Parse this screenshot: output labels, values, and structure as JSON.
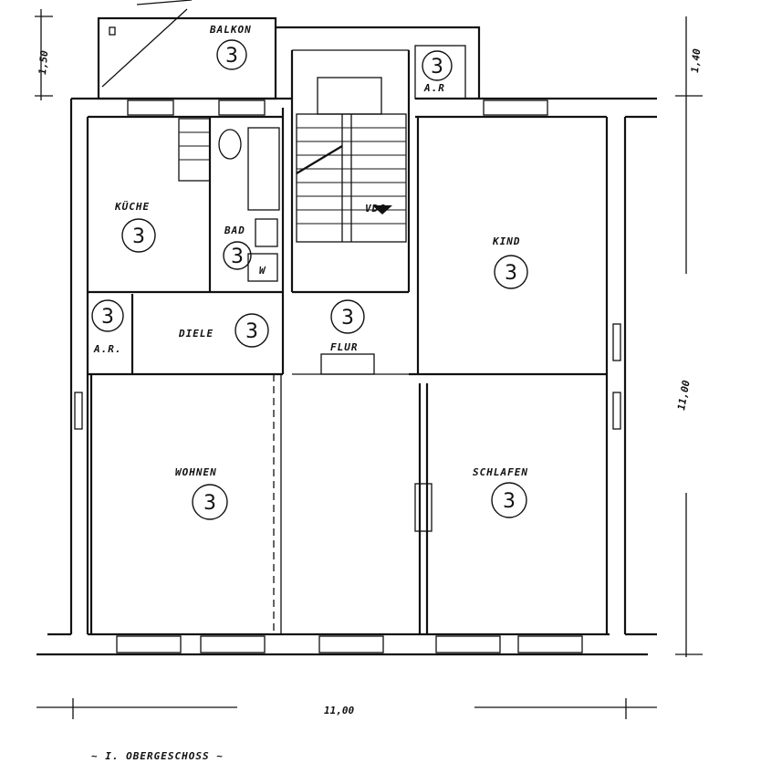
{
  "rooms": {
    "balkon": {
      "name": "BALKON",
      "number": "3"
    },
    "kueche": {
      "name": "KÜCHE",
      "number": "3"
    },
    "bad": {
      "name": "BAD",
      "number": "3"
    },
    "ar_top": {
      "name": "A.R",
      "number": "3"
    },
    "ar_left": {
      "name": "A.R.",
      "number": "3"
    },
    "diele": {
      "name": "DIELE",
      "number": "3"
    },
    "flur": {
      "name": "FLUR",
      "number": "3"
    },
    "kind": {
      "name": "KIND",
      "number": "3"
    },
    "wohnen": {
      "name": "WOHNEN",
      "number": "3"
    },
    "schlafen": {
      "name": "SCHLAFEN",
      "number": "3"
    },
    "wc_label": "W",
    "vdg_label": "VDG"
  },
  "dimensions": {
    "bottom": "11,00",
    "right": "11,00",
    "top_left": "1,50",
    "top_right": "1,40"
  },
  "caption": "~ I. OBERGESCHOSS ~"
}
